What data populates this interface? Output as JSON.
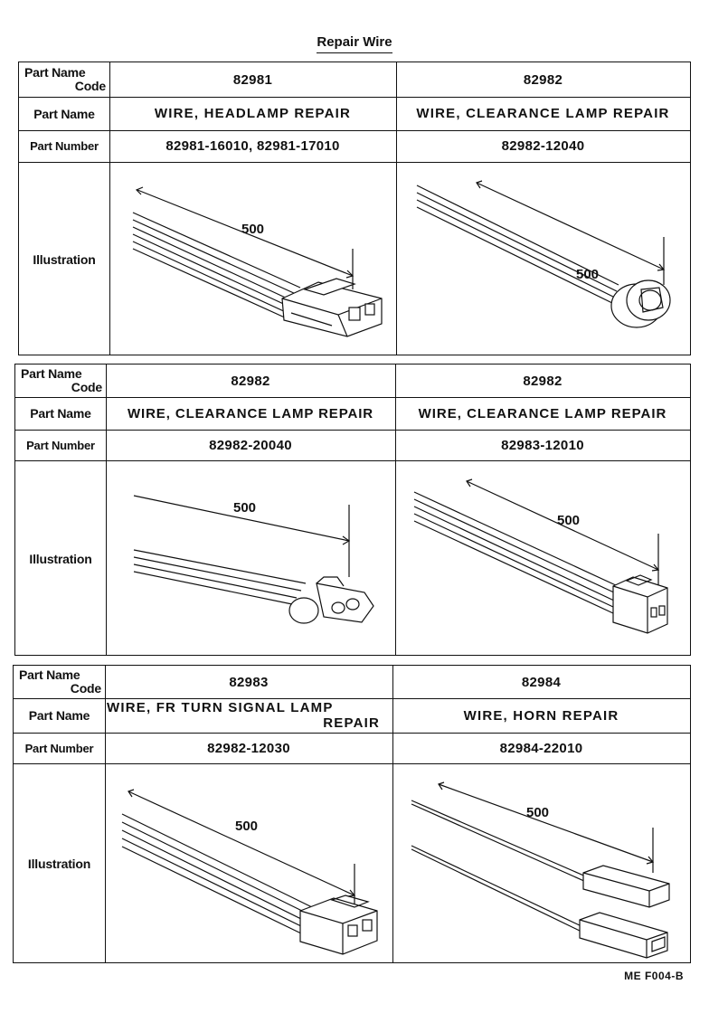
{
  "title": "Repair Wire",
  "labels": {
    "code_line1": "Part Name",
    "code_line2": "Code",
    "part_name": "Part Name",
    "part_number": "Part Number",
    "illustration": "Illustration"
  },
  "blocks": [
    {
      "parts": [
        {
          "code": "82981",
          "name": "WIRE, HEADLAMP REPAIR",
          "number": "82981-16010, 82981-17010",
          "dimension": "500"
        },
        {
          "code": "82982",
          "name": "WIRE, CLEARANCE LAMP REPAIR",
          "number": "82982-12040",
          "dimension": "500"
        }
      ]
    },
    {
      "parts": [
        {
          "code": "82982",
          "name": "WIRE, CLEARANCE LAMP REPAIR",
          "number": "82982-20040",
          "dimension": "500"
        },
        {
          "code": "82982",
          "name": "WIRE, CLEARANCE LAMP REPAIR",
          "number": "82983-12010",
          "dimension": "500"
        }
      ]
    },
    {
      "parts": [
        {
          "code": "82983",
          "name_line1": "WIRE, FR TURN SIGNAL LAMP",
          "name_line2": "REPAIR",
          "number": "82982-12030",
          "dimension": "500"
        },
        {
          "code": "82984",
          "name": "WIRE, HORN REPAIR",
          "number": "82984-22010",
          "dimension": "500"
        }
      ]
    }
  ],
  "footer": "ME F004-B"
}
